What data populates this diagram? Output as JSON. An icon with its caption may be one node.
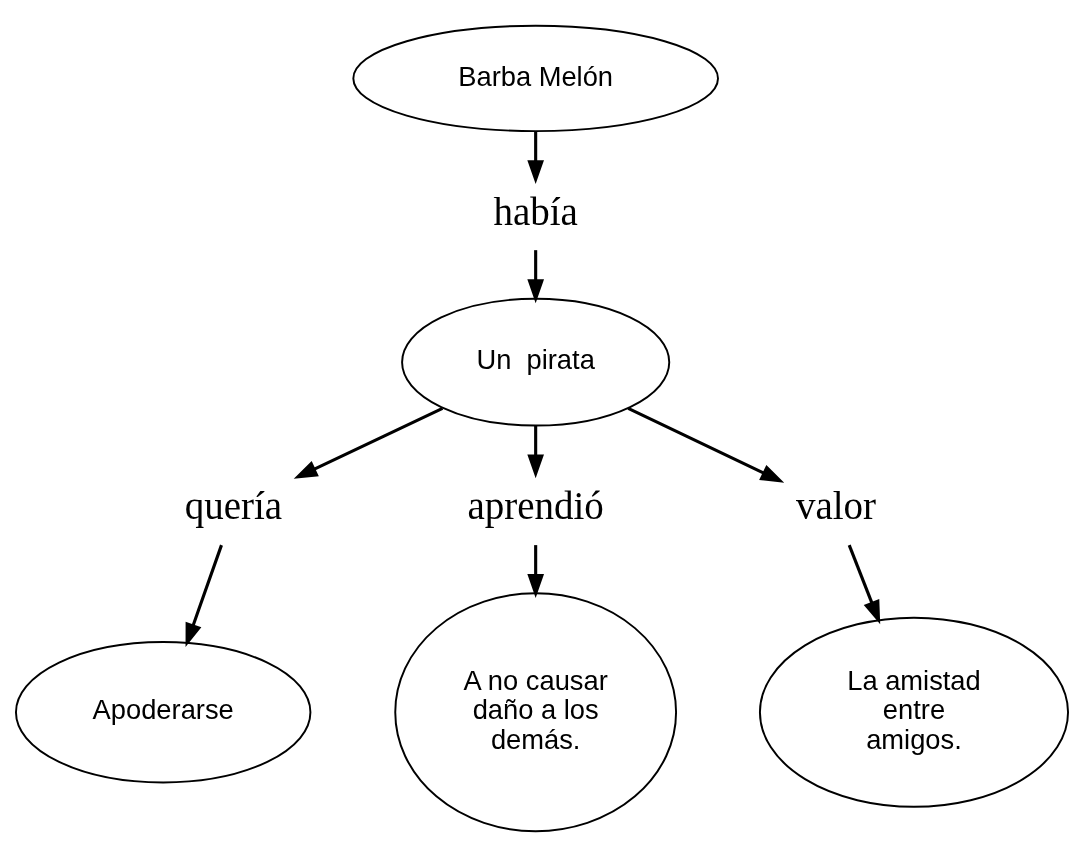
{
  "diagram": {
    "nodes": [
      {
        "text": [
          "Barba Melón"
        ]
      },
      {
        "text": [
          "había"
        ]
      },
      {
        "text": [
          "Un  pirata"
        ]
      },
      {
        "text": [
          "quería"
        ]
      },
      {
        "text": [
          "aprendió"
        ]
      },
      {
        "text": [
          "valor"
        ]
      },
      {
        "text": [
          "Apoderarse"
        ]
      },
      {
        "text": [
          "A no causar daño a los demás."
        ]
      },
      {
        "text": [
          "La amistad entre amigos."
        ]
      }
    ],
    "edges": [
      {
        "from": 0,
        "to": 1,
        "arrow": "to"
      },
      {
        "from": 1,
        "to": 2,
        "arrow": "to"
      },
      {
        "from": 2,
        "to": 3,
        "arrow": "to"
      },
      {
        "from": 2,
        "to": 4,
        "arrow": "to"
      },
      {
        "from": 2,
        "to": 5,
        "arrow": "to"
      },
      {
        "from": 3,
        "to": 6,
        "arrow": "to"
      },
      {
        "from": 4,
        "to": 7,
        "arrow": "to"
      },
      {
        "from": 5,
        "to": 8,
        "arrow": "to"
      }
    ]
  }
}
